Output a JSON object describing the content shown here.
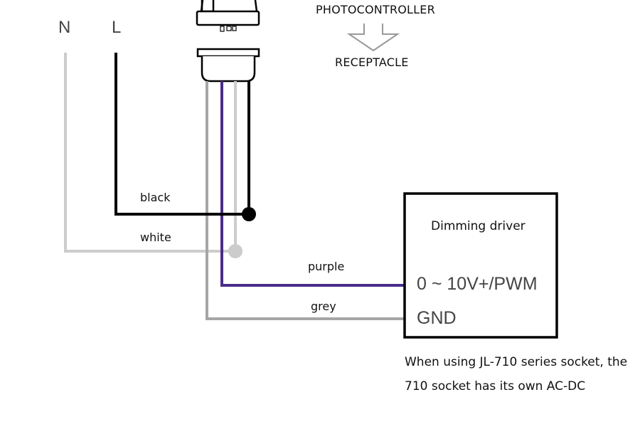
{
  "title": "Photocontroller receptacle dimming wiring",
  "sources": {
    "neutral_label": "N",
    "line_label": "L"
  },
  "components": {
    "photocontroller_label": "PHOTOCONTROLLER",
    "receptacle_label": "RECEPTACLE",
    "driver_title": "Dimming driver",
    "driver_terminals": [
      "0 ~ 10V+/PWM",
      "GND"
    ]
  },
  "wires": [
    {
      "label": "black",
      "color": "#000000",
      "from": "L",
      "to": "receptacle"
    },
    {
      "label": "white",
      "color": "#cccccc",
      "from": "N",
      "to": "receptacle"
    },
    {
      "label": "purple",
      "color": "#4a2d8a",
      "from": "receptacle",
      "to": "0 ~ 10V+/PWM"
    },
    {
      "label": "grey",
      "color": "#a6a6a6",
      "from": "receptacle",
      "to": "GND"
    }
  ],
  "note": {
    "line1": "When using JL-710 series socket, the",
    "line2": "710 socket has its own AC-DC"
  },
  "colors": {
    "arrow": "#999999",
    "outline": "#000000"
  }
}
